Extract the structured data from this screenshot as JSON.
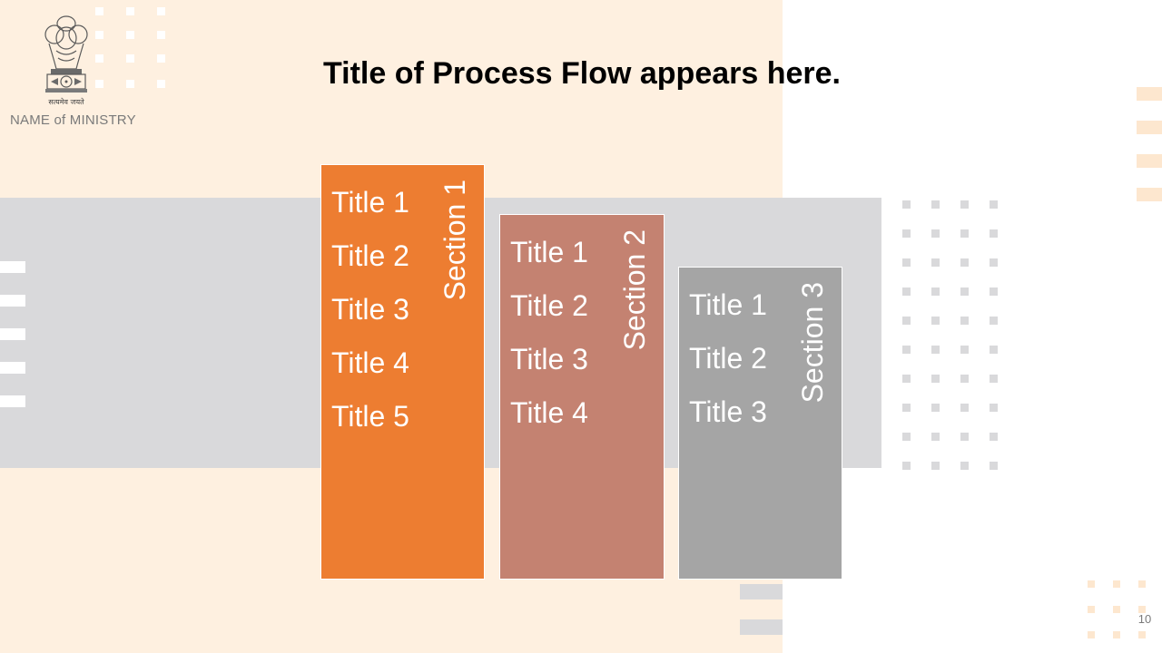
{
  "header": {
    "motto": "सत्यमेव जयते",
    "ministry": "NAME of MINISTRY"
  },
  "slide": {
    "title": "Title of Process Flow appears here.",
    "page_number": "10"
  },
  "sections": [
    {
      "label": "Section 1",
      "items": [
        "Title 1",
        "Title 2",
        "Title 3",
        "Title 4",
        "Title 5"
      ]
    },
    {
      "label": "Section 2",
      "items": [
        "Title 1",
        "Title 2",
        "Title 3",
        "Title 4"
      ]
    },
    {
      "label": "Section 3",
      "items": [
        "Title 1",
        "Title 2",
        "Title 3"
      ]
    }
  ],
  "colors": {
    "section_1": "#ed7d31",
    "section_2": "#c48271",
    "section_3": "#a5a5a5",
    "peach_background": "#fef0e0",
    "gray_band": "#d9d9db"
  },
  "icons": {
    "emblem": "state-emblem-icon"
  }
}
